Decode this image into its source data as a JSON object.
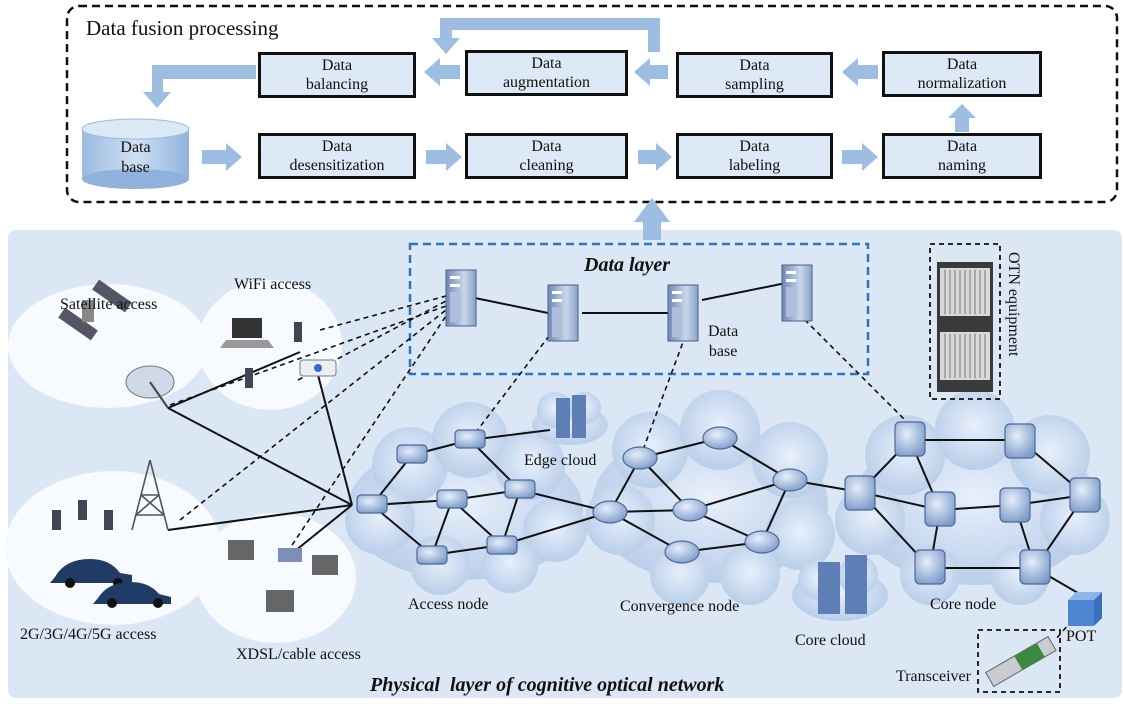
{
  "fusion": {
    "title": "Data fusion processing",
    "top_row": [
      {
        "l1": "Data",
        "l2": "balancing"
      },
      {
        "l1": "Data",
        "l2": "augmentation"
      },
      {
        "l1": "Data",
        "l2": "sampling"
      },
      {
        "l1": "Data",
        "l2": "normalization"
      }
    ],
    "bottom_row": [
      {
        "l1": "Data",
        "l2": "desensitization"
      },
      {
        "l1": "Data",
        "l2": "cleaning"
      },
      {
        "l1": "Data",
        "l2": "labeling"
      },
      {
        "l1": "Data",
        "l2": "naming"
      }
    ],
    "database": {
      "l1": "Data",
      "l2": "base"
    }
  },
  "data_layer": {
    "title": "Data layer",
    "db_l1": "Data",
    "db_l2": "base"
  },
  "access": {
    "satellite": "Satellite access",
    "wifi": "WiFi access",
    "mobile": "2G/3G/4G/5G access",
    "xdsl": "XDSL/cable access"
  },
  "nodes": {
    "access": "Access node",
    "convergence": "Convergence node",
    "core": "Core node",
    "edge_cloud": "Edge cloud",
    "core_cloud": "Core cloud"
  },
  "equipment": {
    "otn": "OTN equipment",
    "pot": "POT",
    "transceiver": "Transceiver"
  },
  "physical_title": "Physical  layer of cognitive optical network"
}
